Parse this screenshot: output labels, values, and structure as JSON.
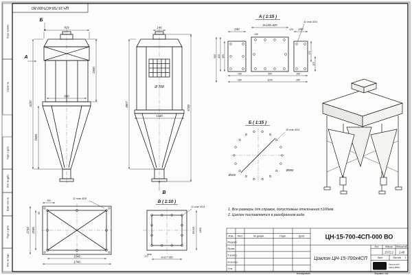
{
  "sheet": {
    "doc_number_top": "ЦН-15-700-4СП-000 ВО",
    "margin_labels": [
      "Перв. примен.",
      "Справ. №",
      "Подп. и дата",
      "Инв. № дубл.",
      "Взам. инв. №",
      "Подп. и дата",
      "Инв. № подл."
    ],
    "copied": "Копировал",
    "format": "Формат А3"
  },
  "notes": {
    "line1": "1. Все размеры для справок, допустимые отклонения ±100мм.",
    "line2": "2. Циклон поставляется в разобранном виде."
  },
  "front_view": {
    "label_a": "А",
    "label_b": "Б",
    "dim_width_top": "919",
    "dim_height_total": "3120",
    "dim_height_upper": "1840",
    "dim_height_cone": "1595",
    "dim_width_mid": "840"
  },
  "side_view": {
    "label_v": "В",
    "dim_top": "140",
    "dim_diameter": "Ø 708",
    "dim_width": "1340",
    "dim_height_left": "4607",
    "dim_height_right": "5749"
  },
  "detail_a": {
    "title": "А ( 1:15 )",
    "holes_note": "32 отв. Ø14",
    "top_dims": [
      "240",
      "3х140=420",
      "120",
      "140",
      "240"
    ],
    "left_dims": [
      "460",
      "420",
      "560"
    ],
    "right_dims": [
      "172",
      "115"
    ],
    "bottom_dims_inner": [
      "190",
      "360",
      "190"
    ],
    "bottom_dims_outer": [
      "280",
      "1100",
      "280"
    ]
  },
  "detail_b": {
    "title": "Б ( 1:15 )",
    "holes_note": "18 отв. Ø14",
    "dia_outer": "Ø920",
    "dia_inner": "Ø880"
  },
  "view_v": {
    "title": "В ( 1:10 )",
    "holes_note": "12 отв. Ø14",
    "dim_edge": "172",
    "dim_pitch": "3х117=350",
    "dim_dia": "Ø1200",
    "dim_side": "1400"
  },
  "base_view": {
    "holes_note": "12 отв. Ø18",
    "dim_top": "200",
    "dim_corner": "90",
    "dim_left_outer": "2744",
    "dim_left_inner": "2046",
    "dim_bottom_inner": "1546",
    "dim_bottom_outer": "1746"
  },
  "title_block": {
    "doc_number": "ЦН-15-700-4СП-000 ВО",
    "product_name": "Циклон ЦН-15-700х4СП",
    "col_izm": "Изм.",
    "col_list": "Лист",
    "col_doc": "№ докум.",
    "col_podp": "Подп.",
    "col_data": "Дата",
    "row_razrab": "Разраб.",
    "row_prov": "Пров.",
    "row_tkontr": "Т.контр.",
    "row_nkontr": "Н.контр.",
    "row_utv": "Утв.",
    "lit_label": "Лит.",
    "mass_label": "Масса",
    "scale_label": "Масштаб",
    "mass_value": "1572,2",
    "scale_value": "1:40",
    "sheet_label": "Лист",
    "sheets_label": "Листов",
    "sheets_value": "1",
    "logo_text": "KVZP",
    "logo_caption_1": "Капельный",
    "logo_caption_2": "завод КВЗП"
  }
}
